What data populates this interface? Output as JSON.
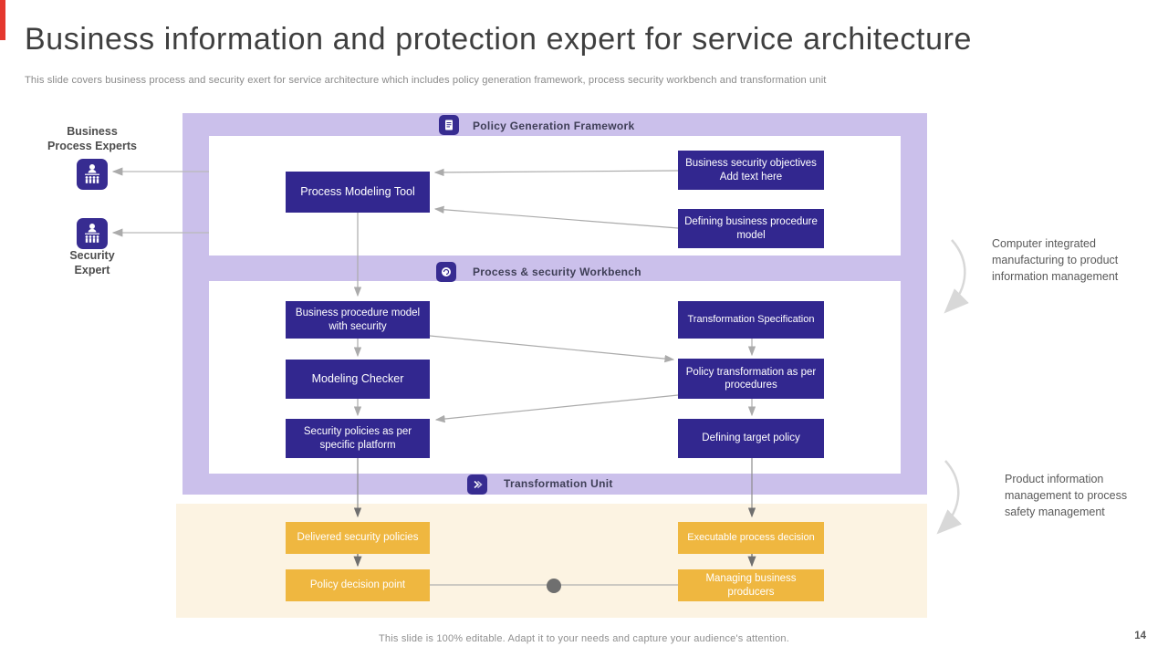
{
  "slide": {
    "title": "Business information and protection expert for service architecture",
    "subtitle": "This slide covers business process and security exert for service architecture which includes policy generation framework, process security workbench and transformation unit",
    "footer": "This slide is 100% editable. Adapt it to your needs and capture your audience's attention.",
    "page_number": "14"
  },
  "actors": [
    {
      "label": "Business\nProcess Experts",
      "icon": "org-people-icon"
    },
    {
      "label": "Security\nExpert",
      "icon": "org-people-icon"
    }
  ],
  "sections": [
    {
      "title": "Policy Generation Framework",
      "icon": "document-icon"
    },
    {
      "title": "Process & security Workbench",
      "icon": "workbench-icon"
    },
    {
      "title": "Transformation Unit",
      "icon": "transform-arrows-icon"
    }
  ],
  "flow": {
    "process_modeling_tool": "Process Modeling Tool",
    "business_security_objectives": "Business security objectives\nAdd text here",
    "defining_business_procedure_model": "Defining business procedure model",
    "business_procedure_model_with_security": "Business procedure model with security",
    "modeling_checker": "Modeling Checker",
    "security_policies_specific_platform": "Security policies as per specific platform",
    "transformation_specification": "Transformation Specification",
    "policy_transformation_per_procedures": "Policy transformation as per procedures",
    "defining_target_policy": "Defining target policy",
    "delivered_security_policies": "Delivered security policies",
    "policy_decision_point": "Policy decision point",
    "executable_process_decision": "Executable process decision",
    "managing_business_producers": "Managing business producers"
  },
  "annotations": [
    {
      "text": "Computer integrated manufacturing to product information management"
    },
    {
      "text": "Product information management to process safety management"
    }
  ],
  "colors": {
    "indigo_node": "#32278F",
    "icon_square": "#372C91",
    "lavender_panel": "#CBC0EB",
    "yellow_node": "#EFB740",
    "cream_panel": "#FCF3E2",
    "corner_accent_red": "#E4372E",
    "arrow_light_gray": "#ABABAB",
    "arrow_dark_gray": "#6F6F6F",
    "curved_arrow_gray": "#D8D8D8"
  }
}
